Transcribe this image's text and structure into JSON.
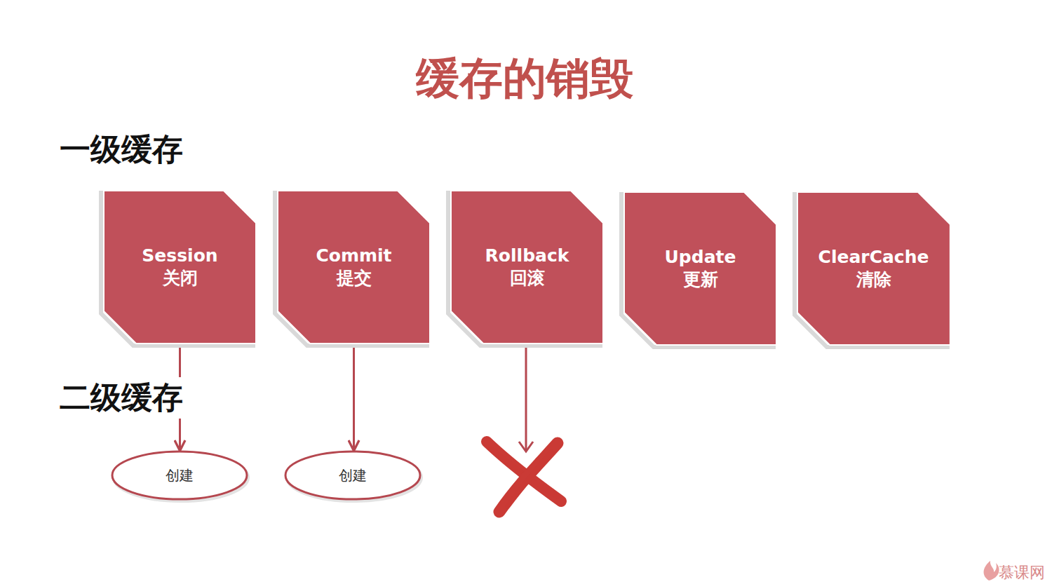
{
  "diagram": {
    "title": "缓存的销毁",
    "nodes": [
      {
        "text": [
          "Session",
          "关闭"
        ]
      },
      {
        "text": [
          "Commit",
          "提交"
        ]
      },
      {
        "text": [
          "Rollback",
          "回滚"
        ]
      },
      {
        "text": [
          "Update",
          "更新"
        ]
      },
      {
        "text": [
          "ClearCache",
          "清除"
        ]
      },
      {
        "text": [
          "创建"
        ]
      },
      {
        "text": [
          "创建"
        ]
      }
    ],
    "edges": [
      {
        "from": 0,
        "to": 5,
        "arrow": "to"
      },
      {
        "from": 1,
        "to": 6,
        "arrow": "to"
      }
    ],
    "labels": [
      "一级缓存",
      "二级缓存",
      "慕课网"
    ]
  }
}
